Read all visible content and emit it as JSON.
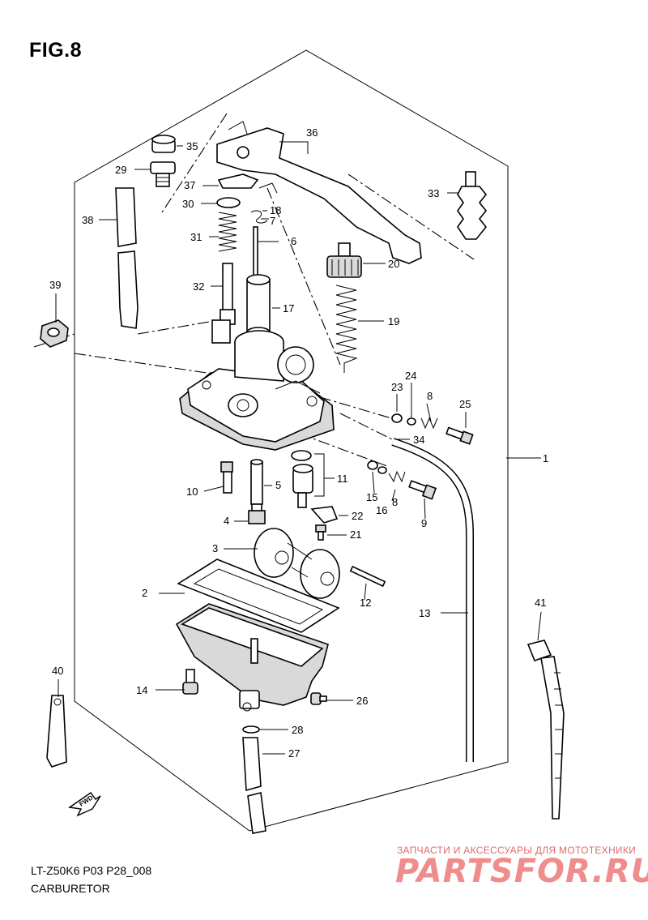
{
  "figure": {
    "title": "FIG.8"
  },
  "footer": {
    "code": "LT-Z50K6 P03 P28_008",
    "title": "CARBURETOR"
  },
  "fwd_label": "FWD",
  "watermark": {
    "caption": "ЗАПЧАСТИ И АКСЕССУАРЫ ДЛЯ МОТОТЕХНИКИ",
    "logo": "PARTSFOR.RU"
  },
  "callouts": {
    "c1": "1",
    "c2": "2",
    "c3": "3",
    "c4": "4",
    "c5": "5",
    "c6": "6",
    "c7": "7",
    "c8a": "8",
    "c8b": "8",
    "c9": "9",
    "c10": "10",
    "c11": "11",
    "c12": "12",
    "c13": "13",
    "c14": "14",
    "c15": "15",
    "c16": "16",
    "c17": "17",
    "c18": "18",
    "c19": "19",
    "c20": "20",
    "c21": "21",
    "c22": "22",
    "c23": "23",
    "c24": "24",
    "c25": "25",
    "c26": "26",
    "c27": "27",
    "c28": "28",
    "c29": "29",
    "c30": "30",
    "c31": "31",
    "c32": "32",
    "c33": "33",
    "c34": "34",
    "c35": "35",
    "c36": "36",
    "c37": "37",
    "c38": "38",
    "c39": "39",
    "c40": "40",
    "c41": "41"
  }
}
